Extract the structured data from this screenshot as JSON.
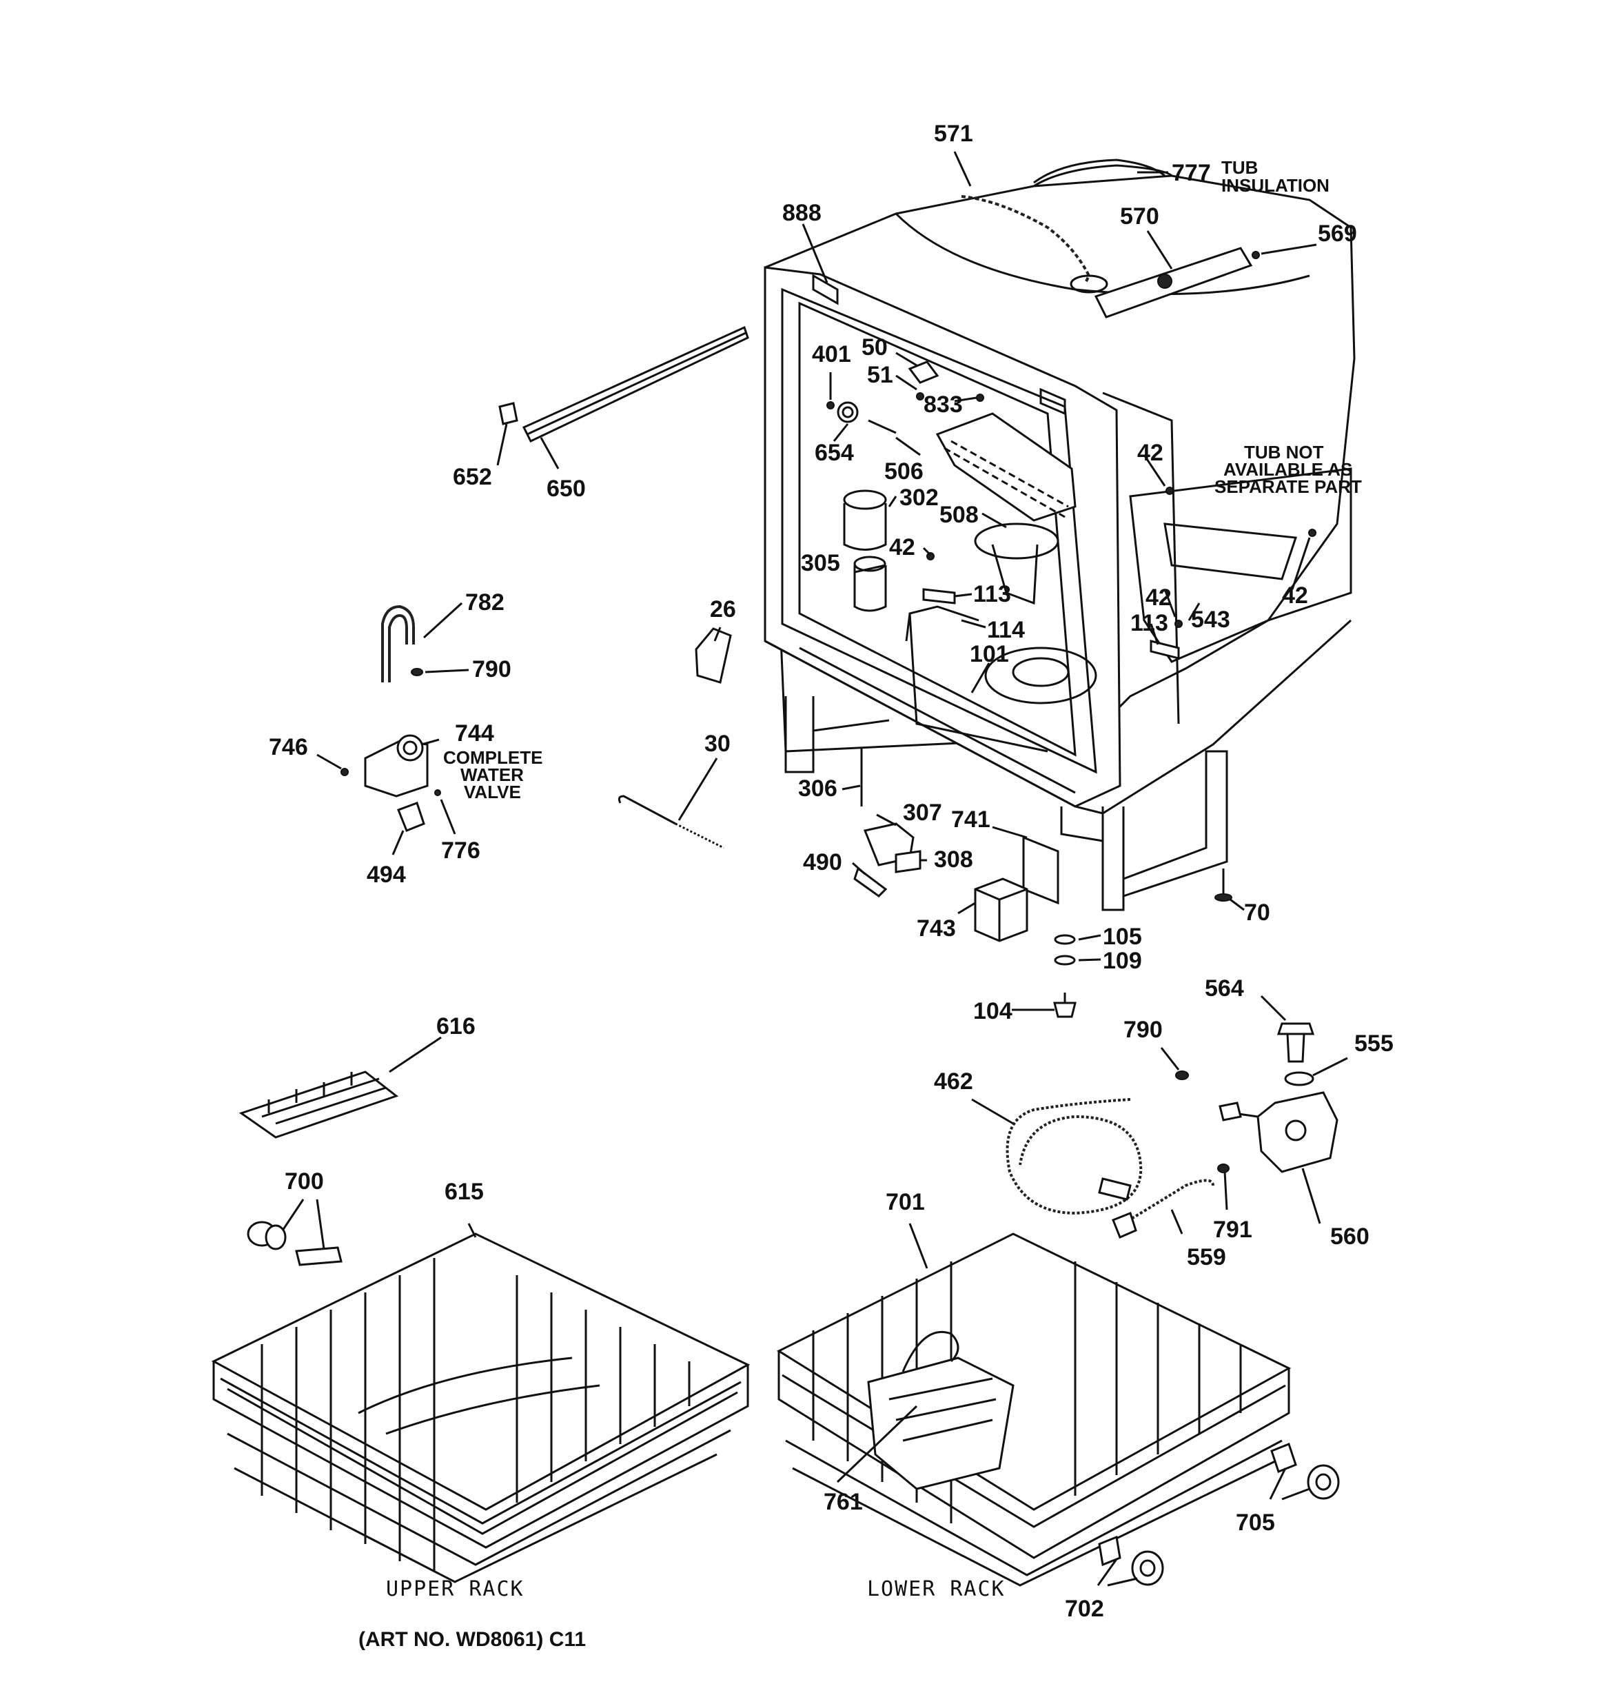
{
  "callouts": {
    "c571": "571",
    "c777": "777",
    "c888": "888",
    "c570": "570",
    "c569": "569",
    "c401": "401",
    "c50": "50",
    "c51": "51",
    "c833": "833",
    "c652": "652",
    "c650": "650",
    "c654": "654",
    "c506": "506",
    "c302": "302",
    "c508": "508",
    "c42a": "42",
    "c42b": "42",
    "c42c": "42",
    "c42d": "42",
    "c305": "305",
    "c113a": "113",
    "c113b": "113",
    "c543": "543",
    "c782": "782",
    "c26": "26",
    "c114": "114",
    "c101": "101",
    "c790a": "790",
    "c744": "744",
    "c746": "746",
    "c30": "30",
    "c306": "306",
    "c307": "307",
    "c741": "741",
    "c490": "490",
    "c308": "308",
    "c494": "494",
    "c776": "776",
    "c70": "70",
    "c743": "743",
    "c105": "105",
    "c109": "109",
    "c564": "564",
    "c104": "104",
    "c790b": "790",
    "c555": "555",
    "c616": "616",
    "c462": "462",
    "c700": "700",
    "c615": "615",
    "c701": "701",
    "c791": "791",
    "c560": "560",
    "c559": "559",
    "c761": "761",
    "c705": "705",
    "c702": "702"
  },
  "notes": {
    "tub_insulation_1": "TUB",
    "tub_insulation_2": "INSULATION",
    "tub_not_1": "TUB NOT",
    "tub_not_2": "AVAILABLE AS",
    "tub_not_3": "SEPARATE PART",
    "valve_1": "COMPLETE",
    "valve_2": "WATER",
    "valve_3": "VALVE"
  },
  "captions": {
    "upper_rack": "UPPER RACK",
    "lower_rack": "LOWER RACK",
    "art_no": "(ART NO. WD8061) C11"
  }
}
